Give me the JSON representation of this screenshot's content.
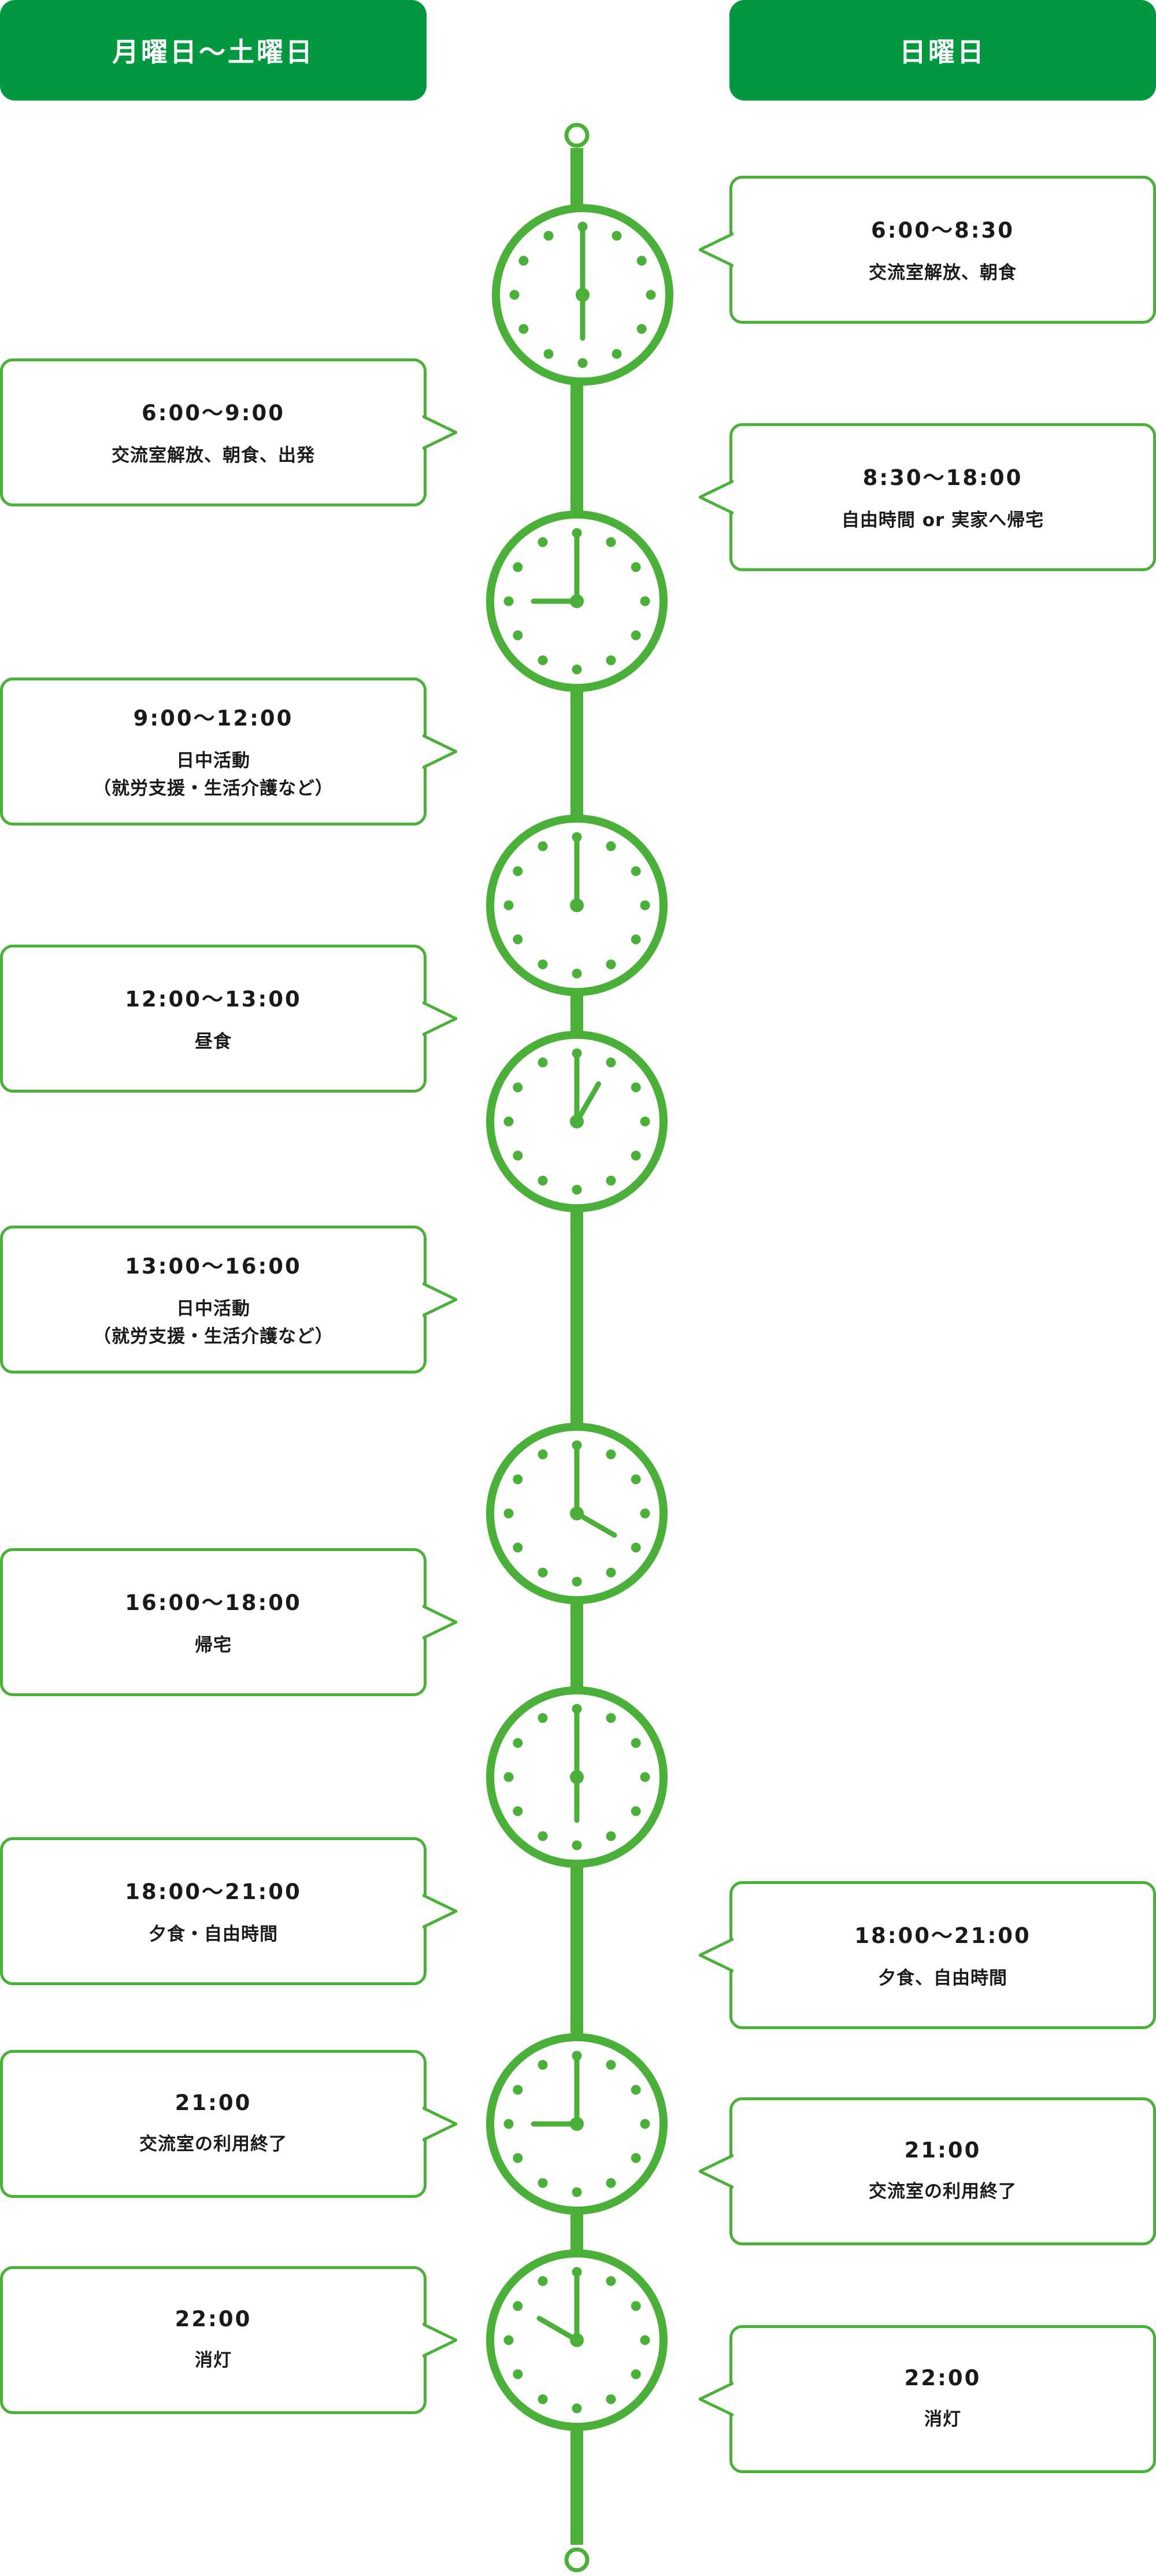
{
  "headers": {
    "left": "月曜日～土曜日",
    "right": "日曜日"
  },
  "weekday": [
    {
      "time": "6:00～9:00",
      "lines": [
        "交流室解放、朝食、出発"
      ]
    },
    {
      "time": "9:00～12:00",
      "lines": [
        "日中活動",
        "（就労支援・生活介護など）"
      ]
    },
    {
      "time": "12:00～13:00",
      "lines": [
        "昼食"
      ]
    },
    {
      "time": "13:00～16:00",
      "lines": [
        "日中活動",
        "（就労支援・生活介護など）"
      ]
    },
    {
      "time": "16:00～18:00",
      "lines": [
        "帰宅"
      ]
    },
    {
      "time": "18:00～21:00",
      "lines": [
        "夕食・自由時間"
      ]
    },
    {
      "time": "21:00",
      "lines": [
        "交流室の利用終了"
      ]
    },
    {
      "time": "22:00",
      "lines": [
        "消灯"
      ]
    }
  ],
  "sunday": [
    {
      "time": "6:00～8:30",
      "lines": [
        "交流室解放、朝食"
      ]
    },
    {
      "time": "8:30～18:00",
      "lines": [
        "自由時間 or 実家へ帰宅"
      ]
    },
    {
      "time": "18:00～21:00",
      "lines": [
        "夕食、自由時間"
      ]
    },
    {
      "time": "21:00",
      "lines": [
        "交流室の利用終了"
      ]
    },
    {
      "time": "22:00",
      "lines": [
        "消灯"
      ]
    }
  ],
  "clocks": [
    {
      "hour": 6,
      "minute": 0
    },
    {
      "hour": 9,
      "minute": 0
    },
    {
      "hour": 12,
      "minute": 0
    },
    {
      "hour": 13,
      "minute": 0
    },
    {
      "hour": 16,
      "minute": 0
    },
    {
      "hour": 18,
      "minute": 0
    },
    {
      "hour": 21,
      "minute": 0
    },
    {
      "hour": 22,
      "minute": 0
    }
  ],
  "colors": {
    "header": "#019840",
    "accent": "#4bb03a",
    "text": "#1a1a1a"
  }
}
